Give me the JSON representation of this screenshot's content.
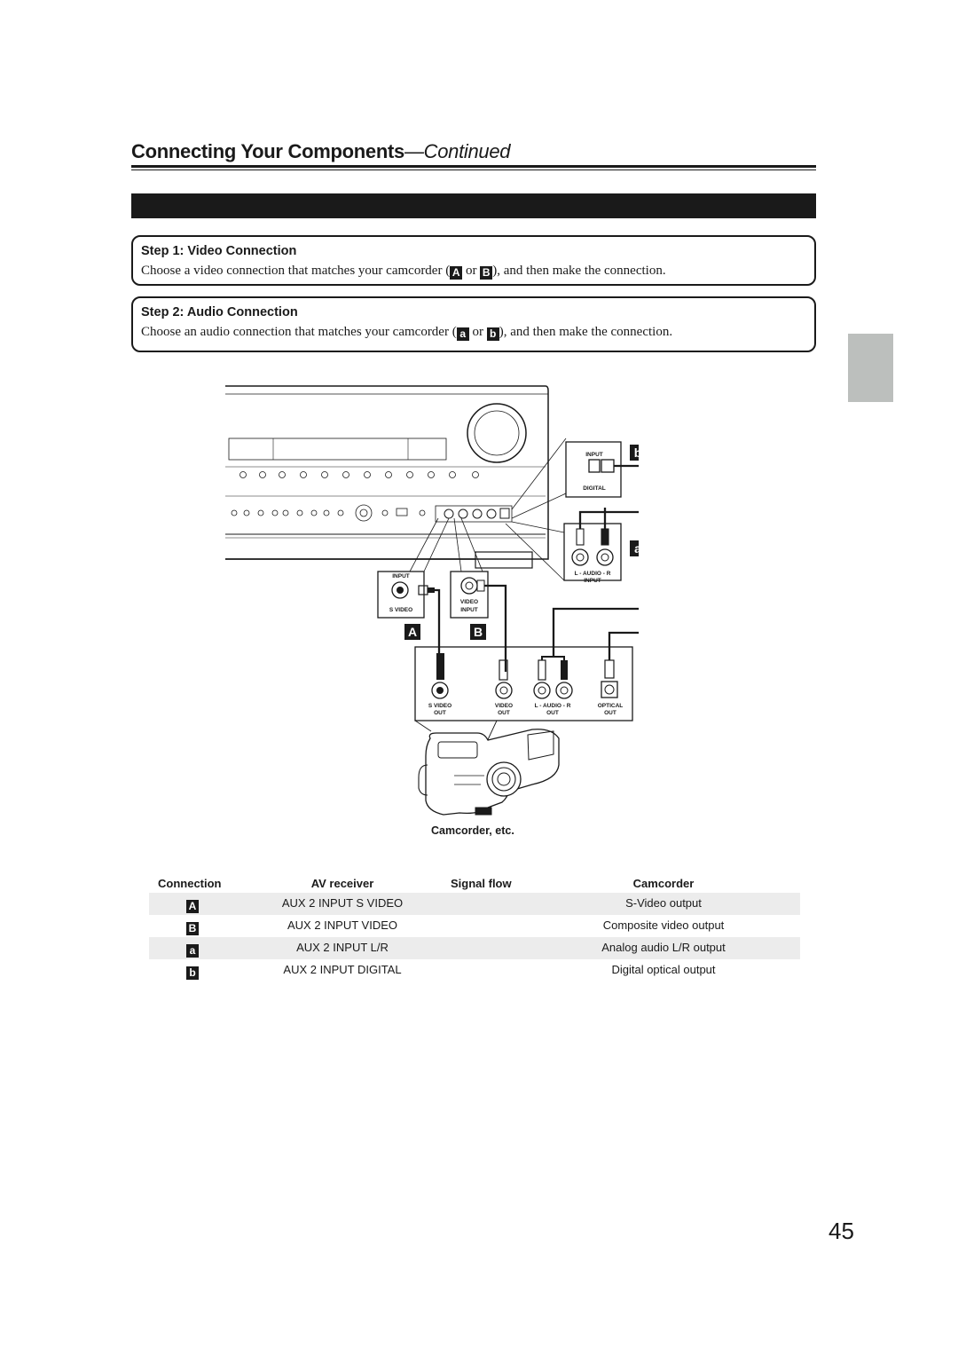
{
  "header": {
    "title_main": "Connecting Your Components",
    "title_suffix": "—Continued"
  },
  "steps": [
    {
      "title": "Step 1: Video Connection",
      "text_before": "Choose a video connection that matches your camcorder (",
      "key1": "A",
      "text_mid": " or ",
      "key2": "B",
      "text_after": "), and then make the connection."
    },
    {
      "title": "Step 2: Audio Connection",
      "text_before": "Choose an audio connection that matches your camcorder (",
      "key1": "a",
      "text_mid": " or ",
      "key2": "b",
      "text_after": "), and then make the connection."
    }
  ],
  "diagram": {
    "receiver_labels": {
      "s_video_input_top": "INPUT",
      "s_video_input_bottom": "S VIDEO",
      "video_input_top": "VIDEO",
      "video_input_bottom": "INPUT",
      "digital_top": "INPUT",
      "digital_bottom": "DIGITAL",
      "audio_top": "L - AUDIO - R",
      "audio_bottom": "INPUT"
    },
    "camcorder_labels": {
      "svideo_top": "S VIDEO",
      "svideo_bottom": "OUT",
      "video_top": "VIDEO",
      "video_bottom": "OUT",
      "audio_top": "L - AUDIO - R",
      "audio_bottom": "OUT",
      "optical_top": "OPTICAL",
      "optical_bottom": "OUT"
    },
    "markers": {
      "A": "A",
      "B": "B",
      "a": "a",
      "b": "b"
    },
    "caption": "Camcorder, etc."
  },
  "table": {
    "headers": [
      "Connection",
      "AV receiver",
      "Signal flow",
      "Camcorder"
    ],
    "rows": [
      {
        "conn": "A",
        "receiver": "AUX 2 INPUT S VIDEO",
        "flow": "",
        "camcorder": "S-Video output",
        "shade": true
      },
      {
        "conn": "B",
        "receiver": "AUX 2 INPUT VIDEO",
        "flow": "",
        "camcorder": "Composite video output",
        "shade": false
      },
      {
        "conn": "a",
        "receiver": "AUX 2 INPUT L/R",
        "flow": "",
        "camcorder": "Analog audio L/R output",
        "shade": true
      },
      {
        "conn": "b",
        "receiver": "AUX 2 INPUT DIGITAL",
        "flow": "",
        "camcorder": "Digital optical output",
        "shade": false
      }
    ]
  },
  "page_number": "45"
}
